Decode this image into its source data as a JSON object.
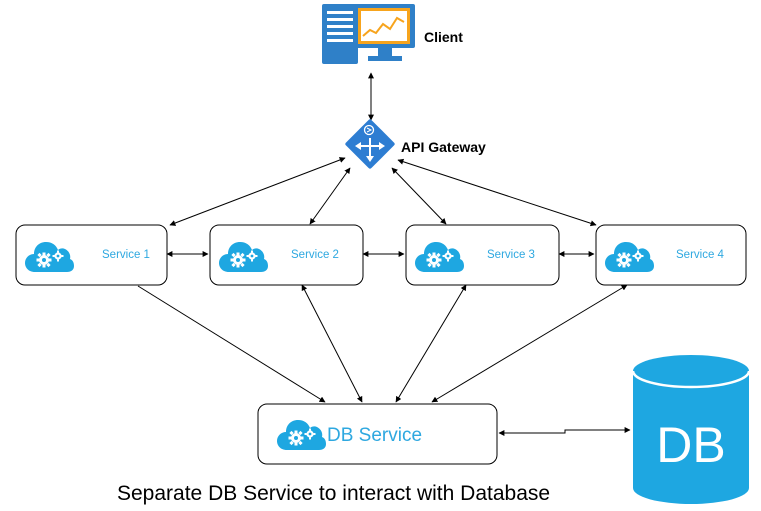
{
  "nodes": {
    "client": {
      "label": "Client",
      "icon": "client-server-monitor-icon"
    },
    "api_gateway": {
      "label": "API Gateway",
      "icon": "api-gateway-icon"
    },
    "services": [
      {
        "label": "Service 1",
        "icon": "cloud-gears-icon"
      },
      {
        "label": "Service 2",
        "icon": "cloud-gears-icon"
      },
      {
        "label": "Service 3",
        "icon": "cloud-gears-icon"
      },
      {
        "label": "Service 4",
        "icon": "cloud-gears-icon"
      }
    ],
    "db_service": {
      "label": "DB Service",
      "icon": "cloud-gears-icon"
    },
    "database": {
      "label": "DB",
      "icon": "database-cylinder-icon"
    }
  },
  "caption": "Separate DB Service to interact with Database",
  "colors": {
    "accent_blue": "#1ea7e1",
    "service_label": "#2ea8e0",
    "gateway_blue": "#2d7dd2",
    "client_blue": "#2f80c8",
    "chart_orange": "#f7a41d"
  }
}
